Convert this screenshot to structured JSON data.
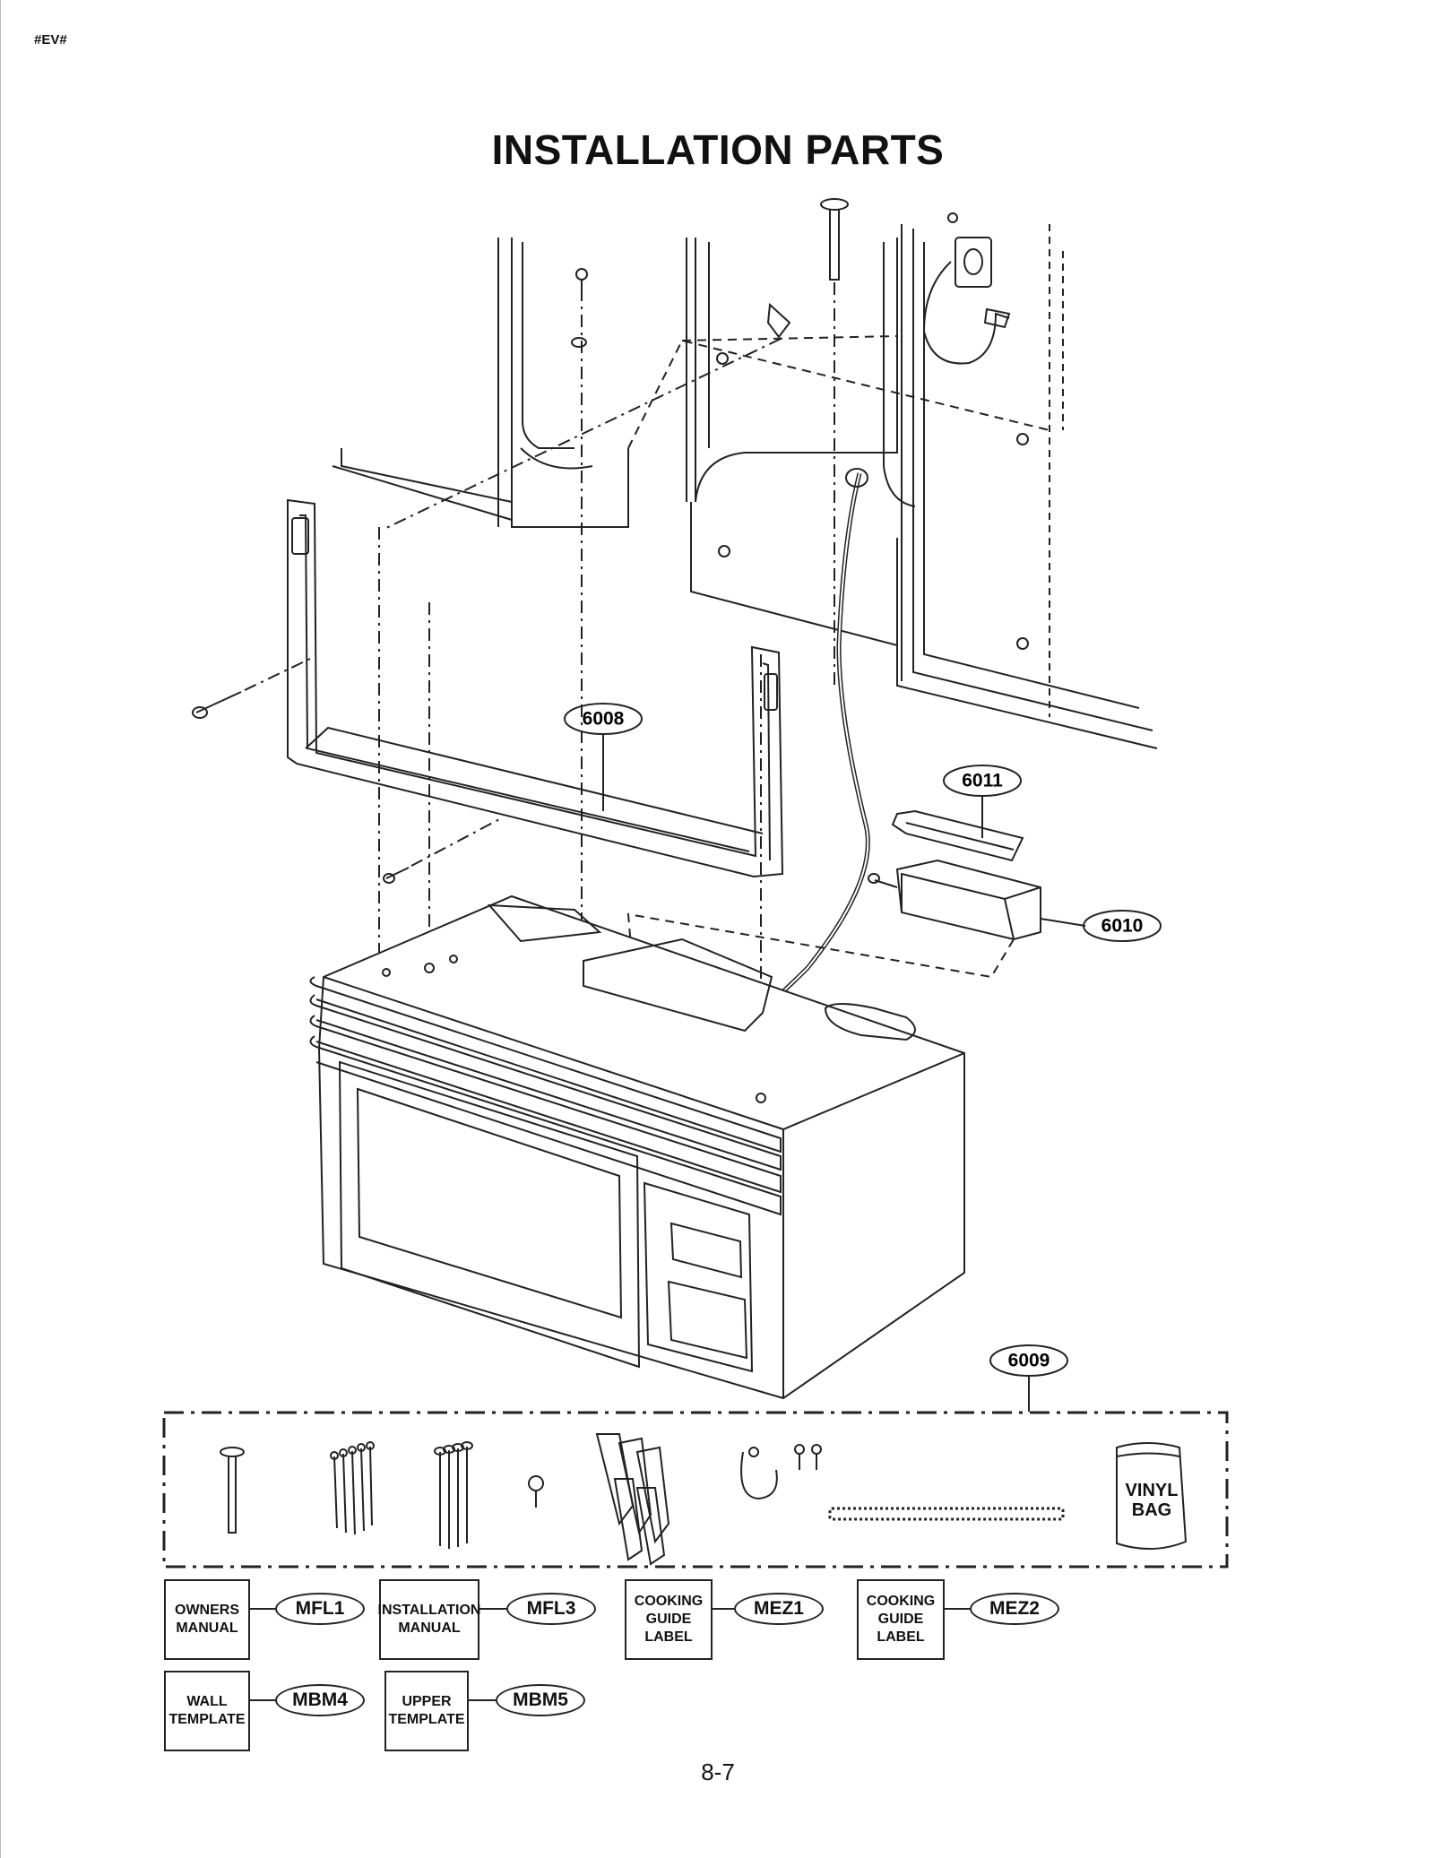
{
  "header": {
    "code": "#EV#",
    "title": "INSTALLATION PARTS"
  },
  "callouts": {
    "bracket": "6008",
    "vinyl_kit": "6009",
    "damper_housing": "6010",
    "damper_plate": "6011"
  },
  "kit": {
    "vinyl_bag_label": "VINYL\nBAG"
  },
  "documents": [
    {
      "name": "OWNERS\nMANUAL",
      "code": "MFL1"
    },
    {
      "name": "INSTALLATION\nMANUAL",
      "code": "MFL3"
    },
    {
      "name": "COOKING\nGUIDE\nLABEL",
      "code": "MEZ1"
    },
    {
      "name": "COOKING\nGUIDE\nLABEL",
      "code": "MEZ2"
    },
    {
      "name": "WALL\nTEMPLATE",
      "code": "MBM4"
    },
    {
      "name": "UPPER\nTEMPLATE",
      "code": "MBM5"
    }
  ],
  "footer": {
    "page_number": "8-7"
  }
}
